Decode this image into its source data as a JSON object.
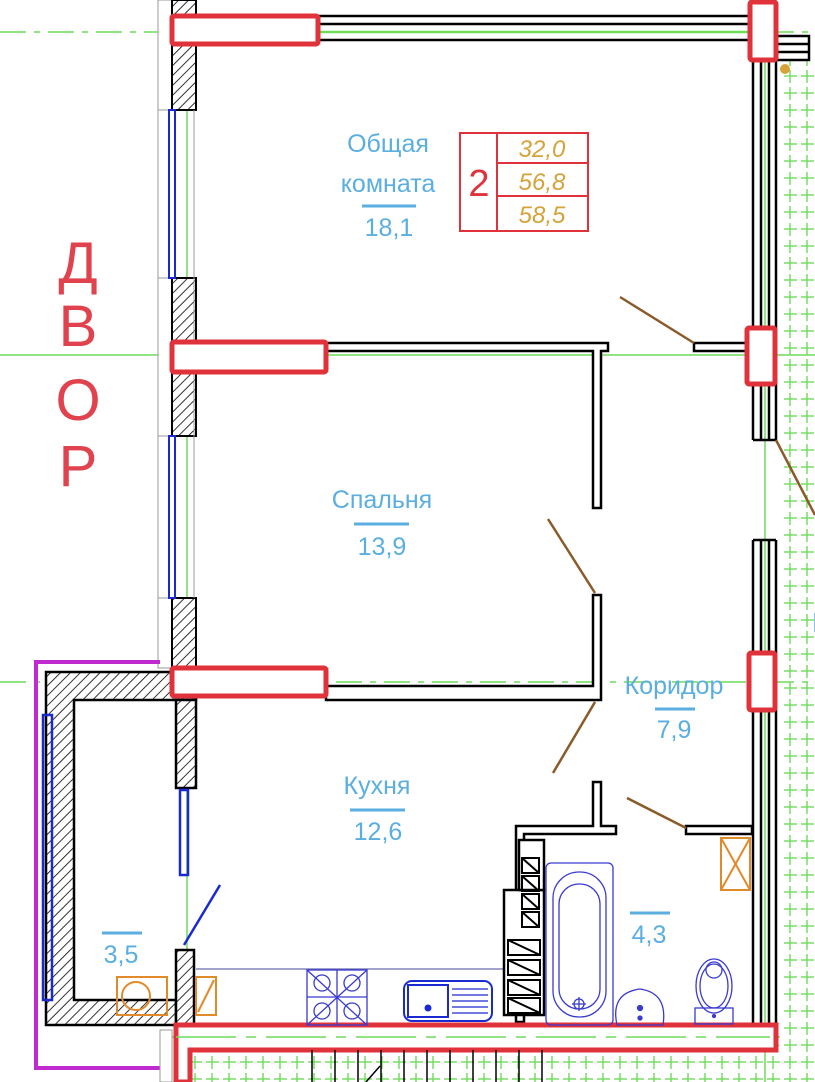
{
  "plan": {
    "title": "2-room apartment floor plan",
    "yard_label": [
      "Д",
      "В",
      "О",
      "Р"
    ],
    "summary_table": {
      "rooms_count": "2",
      "living_area": "32,0",
      "total_area": "56,8",
      "total_area_with_balcony": "58,5"
    },
    "rooms": [
      {
        "name_line1": "Общая",
        "name_line2": "комната",
        "area": "18,1"
      },
      {
        "name": "Спальня",
        "area": "13,9"
      },
      {
        "name": "Коридор",
        "area": "7,9"
      },
      {
        "name": "Кухня",
        "area": "12,6"
      },
      {
        "name": "",
        "area": "4,3"
      },
      {
        "name": "",
        "area": "3,5"
      }
    ],
    "edge_letter": "К",
    "colors": {
      "wall": "#000000",
      "window_frame": "#e0323a",
      "window_glass": "#1a2ad0",
      "grid": "#6fdc5a",
      "door_swing": "#8a5a2a",
      "text": "#5aaee0",
      "table_text": "#d6a23a",
      "balcony": "#c02ad0",
      "appliance": "#e08a2a",
      "fixture": "#3a3ad0"
    }
  }
}
